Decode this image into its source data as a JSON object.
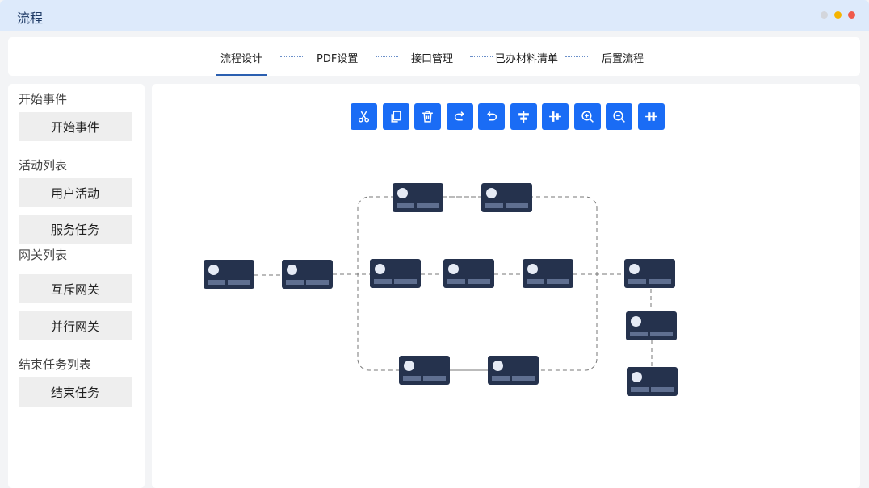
{
  "window": {
    "title": "流程",
    "controls": [
      {
        "name": "minimize",
        "color": "#d3d6dc"
      },
      {
        "name": "maximize",
        "color": "#f5b400"
      },
      {
        "name": "close",
        "color": "#f05a4b"
      }
    ]
  },
  "steps": [
    {
      "label": "流程设计",
      "active": true
    },
    {
      "label": "PDF设置",
      "active": false
    },
    {
      "label": "接口管理",
      "active": false
    },
    {
      "label": "已办材料清单",
      "active": false
    },
    {
      "label": "后置流程",
      "active": false
    }
  ],
  "sidebar": {
    "groups": [
      {
        "title": "开始事件",
        "items": [
          "开始事件"
        ]
      },
      {
        "title": "活动列表",
        "items": [
          "用户活动",
          "服务任务"
        ]
      },
      {
        "title": "网关列表",
        "items": [
          "互斥网关",
          "并行网关"
        ]
      },
      {
        "title": "结束任务列表",
        "items": [
          "结束任务"
        ]
      }
    ]
  },
  "toolbar": {
    "tools": [
      "cut-icon",
      "copy-icon",
      "delete-icon",
      "redo-icon",
      "undo-icon",
      "align-horizontal-icon",
      "align-vertical-icon",
      "zoom-in-icon",
      "zoom-out-icon",
      "distribute-icon"
    ]
  },
  "colors": {
    "accent": "#1a6cf5",
    "node": "#25324d",
    "active_step": "#2b5fb0"
  }
}
